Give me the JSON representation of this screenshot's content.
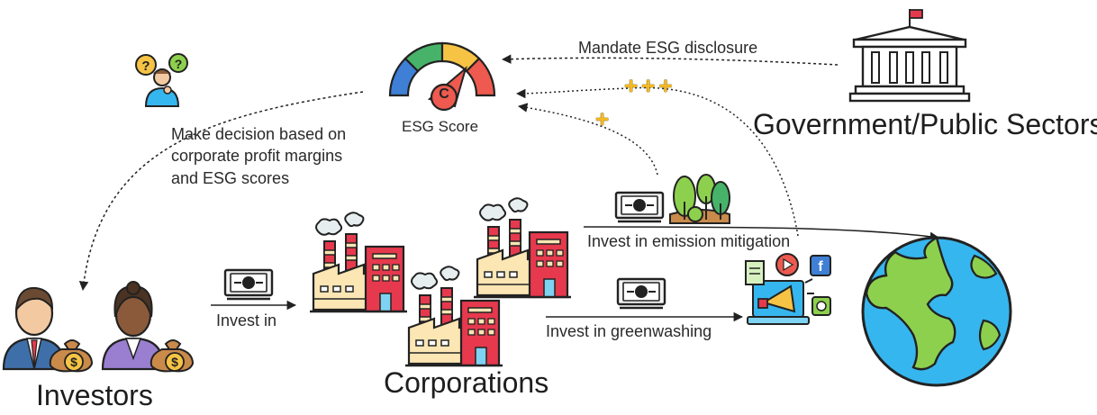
{
  "labels": {
    "mandate": "Mandate ESG disclosure",
    "esg_score": "ESG Score",
    "government": "Government/Public Sectors",
    "decision": "Make decision based on\ncorporate profit margins\nand ESG scores",
    "invest_in": "Invest in",
    "emission": "Invest in emission mitigation",
    "greenwashing": "Invest in greenwashing",
    "investors": "Investors",
    "corporations": "Corporations",
    "plus_three": "+++",
    "plus_one": "+",
    "dollar": "$",
    "gauge_letter": "C"
  },
  "icons": {
    "thinking_person": "thinking-person-icon",
    "gauge": "esg-gauge-icon",
    "government": "government-building-icon",
    "investor_man": "investor-man-icon",
    "investor_woman": "investor-woman-icon",
    "factory": "factory-icon",
    "money": "money-bill-icon",
    "trees": "trees-icon",
    "marketing": "marketing-megaphone-icon",
    "earth": "earth-globe-icon"
  },
  "colors": {
    "ink": "#222222",
    "factory_red": "#e6394d",
    "factory_cream": "#fbe6b4",
    "money_green": "#e9f6ea",
    "earth_ocean": "#36b6ee",
    "earth_land": "#8dd04d",
    "plus_yellow": "#f5b921",
    "gauge_blue": "#3f7fd6",
    "gauge_green": "#47b36a",
    "gauge_yellow": "#f6c344",
    "gauge_red": "#ee5a4f"
  }
}
